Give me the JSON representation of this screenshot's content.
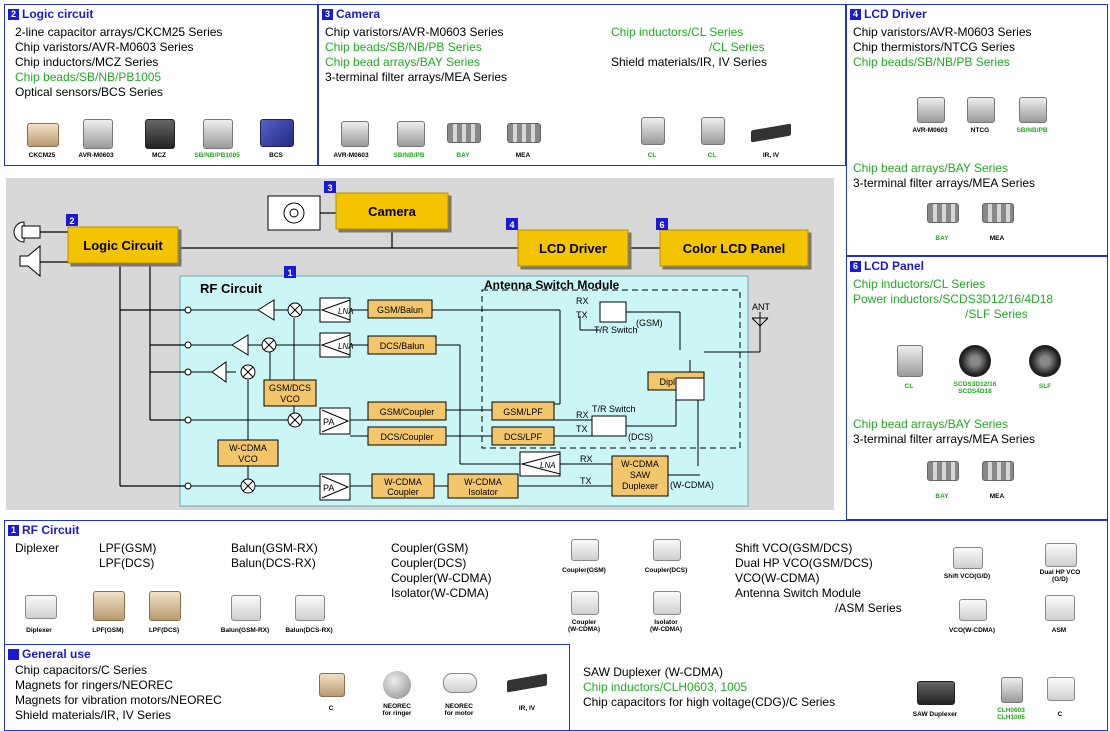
{
  "panels": {
    "logic": {
      "num": "2",
      "title": "Logic circuit",
      "lines": [
        "2-line capacitor arrays/CKCM25 Series",
        "Chip varistors/AVR-M0603 Series",
        "Chip inductors/MCZ Series",
        "Chip beads/SB/NB/PB1005",
        "Optical sensors/BCS Series"
      ],
      "captions": [
        "CKCM25",
        "AVR-M0603",
        "MCZ",
        "SB/NB/PB1005",
        "BCS"
      ]
    },
    "camera": {
      "num": "3",
      "title": "Camera",
      "lines_left": [
        "Chip varistors/AVR-M0603 Series",
        "Chip beads/SB/NB/PB Series",
        "Chip bead arrays/BAY Series",
        "3-terminal filter arrays/MEA Series"
      ],
      "lines_right": [
        "Chip inductors/CL Series",
        "/CL Series",
        "Shield materials/IR, IV Series"
      ],
      "captions": [
        "AVR-M0603",
        "SB/NB/PB",
        "BAY",
        "MEA",
        "CL",
        "CL",
        "IR, IV"
      ]
    },
    "lcd_driver": {
      "num": "4",
      "title": "LCD Driver",
      "lines": [
        "Chip varistors/AVR-M0603 Series",
        "Chip thermistors/NTCG Series",
        "Chip beads/SB/NB/PB Series"
      ],
      "captions": [
        "AVR-M0603",
        "NTCG",
        "SB/NB/PB"
      ],
      "lines2": [
        "Chip bead arrays/BAY Series",
        "3-terminal filter arrays/MEA Series"
      ],
      "captions2": [
        "BAY",
        "MEA"
      ]
    },
    "lcd_panel": {
      "num": "6",
      "title": "LCD Panel",
      "lines": [
        "Chip inductors/CL Series",
        "Power inductors/SCDS3D12/16/4D18",
        "/SLF Series"
      ],
      "captions": [
        "CL",
        "SCDS3D12/16\nSCDS4D18",
        "SLF"
      ],
      "lines2": [
        "Chip bead arrays/BAY Series",
        "3-terminal filter arrays/MEA Series"
      ],
      "captions2": [
        "BAY",
        "MEA"
      ]
    },
    "rf": {
      "num": "1",
      "title": "RF Circuit",
      "col1": [
        "Diplexer"
      ],
      "col2": [
        "LPF(GSM)",
        "LPF(DCS)"
      ],
      "col3": [
        "Balun(GSM-RX)",
        "Balun(DCS-RX)"
      ],
      "col4": [
        "Coupler(GSM)",
        "Coupler(DCS)",
        "Coupler(W-CDMA)",
        "Isolator(W-CDMA)"
      ],
      "col5": [
        "Shift VCO(GSM/DCS)",
        "Dual HP VCO(GSM/DCS)",
        "VCO(W-CDMA)",
        "Antenna Switch Module",
        "/ASM Series"
      ],
      "captions": {
        "diplexer": "Diplexer",
        "lpfgsm": "LPF(GSM)",
        "lpfdcs": "LPF(DCS)",
        "balungsm": "Balun(GSM-RX)",
        "balundcs": "Balun(DCS-RX)",
        "coupgsm": "Coupler(GSM)",
        "coupdcs": "Coupler(DCS)",
        "coupw": "Coupler\n(W-CDMA)",
        "iso": "Isolator\n(W-CDMA)",
        "shift": "Shift VCO(G/D)",
        "dual": "Dual HP VCO\n(G/D)",
        "vcow": "VCO(W-CDMA)",
        "asm": "ASM"
      },
      "saw_lines": [
        "SAW Duplexer (W-CDMA)",
        "Chip inductors/CLH0603, 1005",
        "Chip capacitors for high voltage(CDG)/C Series"
      ],
      "saw_captions": [
        "SAW Duplexer",
        "CLH0603\nCLH1005",
        "C"
      ]
    },
    "general": {
      "title": "General use",
      "lines": [
        "Chip capacitors/C Series",
        "Magnets for ringers/NEOREC",
        "Magnets for vibration motors/NEOREC",
        "Shield materials/IR, IV Series"
      ],
      "captions": [
        "C",
        "NEOREC\nfor ringer",
        "NEOREC\nfor motor",
        "IR, IV"
      ]
    }
  },
  "diagram": {
    "blocks": {
      "logic_num": "2",
      "logic": "Logic Circuit",
      "camera_num": "3",
      "camera": "Camera",
      "lcd_num": "4",
      "lcd": "LCD Driver",
      "panel_num": "6",
      "panel": "Color LCD Panel"
    },
    "rf_title": "RF Circuit",
    "rf_num": "1",
    "asm_title": "Antenna Switch Module",
    "boxes": {
      "gsmbalun": "GSM/Balun",
      "dcsbalun": "DCS/Balun",
      "gsmcoupler": "GSM/Coupler",
      "dcscoupler": "DCS/Coupler",
      "gsmlpf": "GSM/LPF",
      "dcslpf": "DCS/LPF",
      "gdvco1": "GSM/DCS",
      "gdvco2": "VCO",
      "wvco1": "W-CDMA",
      "wvco2": "VCO",
      "wcoup1": "W-CDMA",
      "wcoup2": "Coupler",
      "wiso1": "W-CDMA",
      "wiso2": "Isolator",
      "diplexer": "Diplexer",
      "saw1": "W-CDMA",
      "saw2": "SAW",
      "saw3": "Duplexer"
    },
    "labels": {
      "lna": "LNA",
      "pa": "PA",
      "rx": "RX",
      "tx": "TX",
      "tr": "T/R Switch",
      "gsm": "(GSM)",
      "dcs": "(DCS)",
      "wcdma": "(W-CDMA)",
      "ant": "ANT"
    }
  },
  "colors": {
    "accent_blue": "#1a1ad6",
    "block_yellow": "#f5c400",
    "rf_bg": "#ccf6f6",
    "gray_bg": "#d8d8d8",
    "green_text": "#22aa22"
  }
}
